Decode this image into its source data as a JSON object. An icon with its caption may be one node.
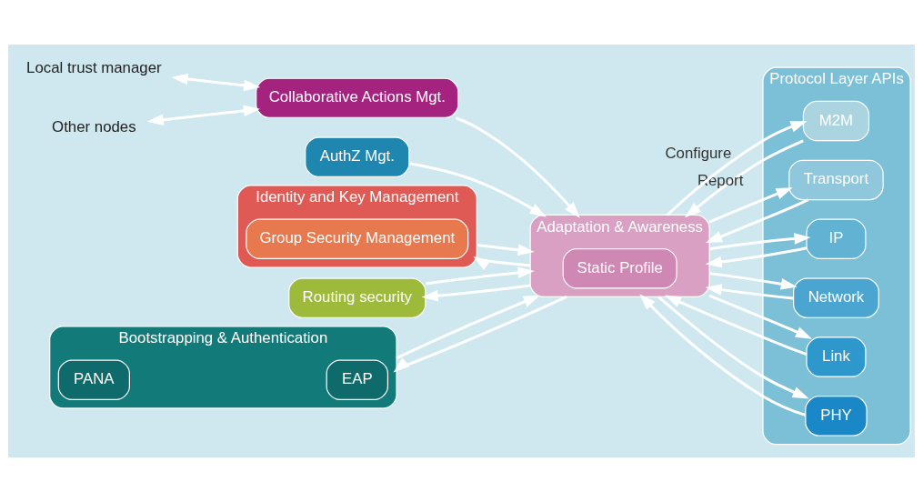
{
  "diagram": {
    "nodes": [
      {
        "text": [
          "Local trust manager"
        ]
      },
      {
        "text": [
          "Other nodes"
        ]
      },
      {
        "text": [
          "AuthZ Mgt."
        ]
      },
      {
        "text": [
          "Collaborative Actions Mgt."
        ]
      },
      {
        "text": [
          "Identity and Key Management"
        ]
      },
      {
        "text": [
          "Group Security Management"
        ],
        "in": 4
      },
      {
        "text": [
          "Routing security"
        ]
      },
      {
        "text": [
          "Bootstrapping & Authentication"
        ]
      },
      {
        "text": [
          "EAP"
        ],
        "in": 7
      },
      {
        "text": [
          "PANA"
        ],
        "in": 7
      },
      {
        "text": [
          "Adaptation & Awareness"
        ]
      },
      {
        "text": [
          "Static Profile"
        ],
        "in": 10
      },
      {
        "text": [
          "Protocol Layer APIs"
        ]
      },
      {
        "text": [
          "M2M"
        ],
        "in": 12
      },
      {
        "text": [
          "Transport"
        ],
        "in": 12
      },
      {
        "text": [
          "IP"
        ],
        "in": 12
      },
      {
        "text": [
          "Network"
        ],
        "in": 12
      },
      {
        "text": [
          "Link"
        ],
        "in": 12
      },
      {
        "text": [
          "PHY"
        ],
        "in": 12
      }
    ],
    "edges": [
      {
        "from": 0,
        "to": 3,
        "arrow": "both"
      },
      {
        "from": 1,
        "to": 3,
        "arrow": "both"
      },
      {
        "from": 2,
        "to": 10,
        "arrow": "to"
      },
      {
        "from": 3,
        "to": 10,
        "arrow": "to"
      },
      {
        "from": 10,
        "to": 4,
        "arrow": "to"
      },
      {
        "from": 4,
        "to": 10,
        "arrow": "to"
      },
      {
        "from": 10,
        "to": 6,
        "arrow": "to"
      },
      {
        "from": 6,
        "to": 10,
        "arrow": "to"
      },
      {
        "from": 10,
        "to": 7,
        "arrow": "to"
      },
      {
        "from": 7,
        "to": 10,
        "arrow": "to"
      },
      {
        "from": 13,
        "to": 10,
        "arrow": "to",
        "label": "Report"
      },
      {
        "from": 10,
        "to": 13,
        "arrow": "to",
        "label": "Configure"
      },
      {
        "from": 14,
        "to": 10,
        "arrow": "to"
      },
      {
        "from": 10,
        "to": 14,
        "arrow": "to"
      },
      {
        "from": 15,
        "to": 10,
        "arrow": "to"
      },
      {
        "from": 10,
        "to": 15,
        "arrow": "to"
      },
      {
        "from": 16,
        "to": 10,
        "arrow": "to"
      },
      {
        "from": 10,
        "to": 16,
        "arrow": "to"
      },
      {
        "from": 17,
        "to": 10,
        "arrow": "to"
      },
      {
        "from": 10,
        "to": 17,
        "arrow": "to"
      },
      {
        "from": 18,
        "to": 10,
        "arrow": "to"
      },
      {
        "from": 10,
        "to": 18,
        "arrow": "to"
      }
    ]
  }
}
